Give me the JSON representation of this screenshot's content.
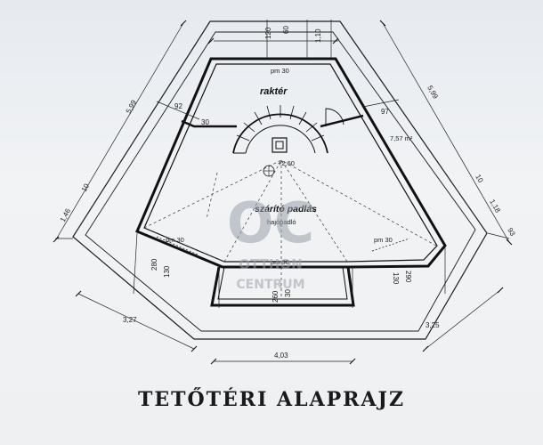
{
  "plan_title": "TETŐTÉRI ALAPRAJZ",
  "rooms": {
    "storage": "raktér",
    "attic": "szárító padlás",
    "attic_sub": "hajópadló",
    "area": "7,57 m²",
    "level": "+2,60"
  },
  "pm_labels": {
    "top": "pm 30",
    "left": "pm 30",
    "bottom": "pm 30",
    "right": "pm 30"
  },
  "dimensions": {
    "top_120": "120",
    "top_60": "60",
    "top_110": "1,10",
    "left_599": "5,99",
    "right_599": "5,99",
    "left_92": "92",
    "left_30": "30",
    "right_97": "97",
    "left_146": "1,46",
    "left_10": "10",
    "right_10": "10",
    "right_118": "1,18",
    "right_93": "93",
    "left_280": "280",
    "left_130": "130",
    "right_290": "290",
    "right_130": "130",
    "bottom_260": "260",
    "bottom_30": "30",
    "left_327": "3,27",
    "right_325": "3,25",
    "bottom_403": "4,03"
  },
  "watermark": {
    "logo": "OC",
    "line1": "OTTHON",
    "line2": "CENTRUM"
  }
}
